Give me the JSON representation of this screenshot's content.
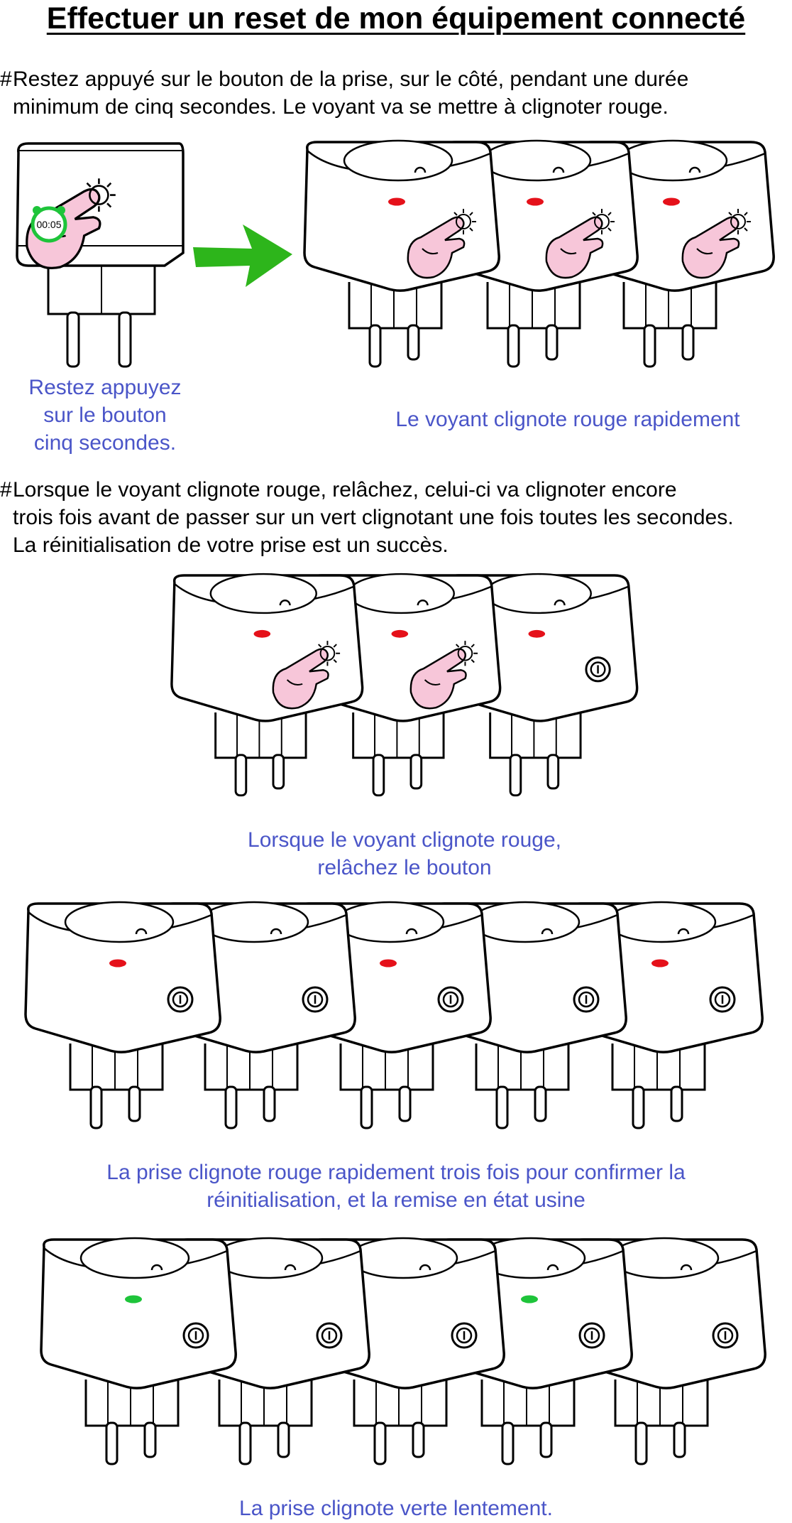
{
  "title": "Effectuer un reset de mon équipement connecté",
  "step1": {
    "bullet": "#",
    "line1": "Restez appuyé sur le bouton de la prise, sur le côté, pendant une durée",
    "line2": "minimum de cinq secondes. Le voyant va se mettre à clignoter rouge.",
    "caption_left": [
      "Restez appuyez",
      "sur le bouton",
      "cinq secondes."
    ],
    "timer": "00:05",
    "caption_right": "Le voyant clignote rouge rapidement"
  },
  "step2": {
    "bullet": "#",
    "line1": "Lorsque le voyant clignote rouge, relâchez, celui-ci va clignoter encore",
    "line2": "trois fois avant de passer sur un vert clignotant une fois toutes les secondes.",
    "line3": "La réinitialisation de votre prise est un succès."
  },
  "captions": {
    "release": [
      "Lorsque le voyant clignote rouge,",
      "relâchez le bouton"
    ],
    "confirm": [
      "La prise clignote rouge rapidement trois fois pour confirmer la",
      "réinitialisation, et la remise en état usine"
    ],
    "green": "La prise clignote verte lentement."
  },
  "colors": {
    "caption": "#4a55c8",
    "led_red": "#e5111a",
    "led_green": "#1ec43a",
    "arrow": "#2db51b",
    "hand": "#f7c6d9"
  },
  "sequences": {
    "row1_leds": [
      "red",
      "red",
      "red"
    ],
    "row2_leds": [
      "red",
      "red",
      "red"
    ],
    "row3_leds": [
      "red",
      "none",
      "red",
      "none",
      "red"
    ],
    "row4_leds": [
      "green",
      "none",
      "none",
      "green",
      "none"
    ]
  }
}
